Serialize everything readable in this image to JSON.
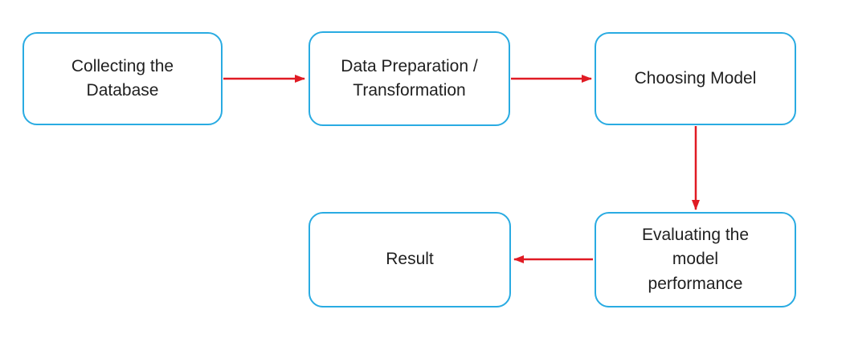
{
  "diagram": {
    "type": "flowchart",
    "nodes": [
      {
        "id": "collecting",
        "label": "Collecting the\nDatabase"
      },
      {
        "id": "preparation",
        "label": "Data Preparation /\nTransformation"
      },
      {
        "id": "choosing",
        "label": "Choosing Model"
      },
      {
        "id": "evaluating",
        "label": "Evaluating the\nmodel\nperformance"
      },
      {
        "id": "result",
        "label": "Result"
      }
    ],
    "edges": [
      {
        "from": "collecting",
        "to": "preparation",
        "direction": "right"
      },
      {
        "from": "preparation",
        "to": "choosing",
        "direction": "right"
      },
      {
        "from": "choosing",
        "to": "evaluating",
        "direction": "down"
      },
      {
        "from": "evaluating",
        "to": "result",
        "direction": "left"
      }
    ]
  },
  "colors": {
    "node_border": "#29ABE2",
    "node_fill": "#FFFFFF",
    "arrow": "#E01B24",
    "text": "#1F1F1F",
    "background": "#FFFFFF"
  }
}
